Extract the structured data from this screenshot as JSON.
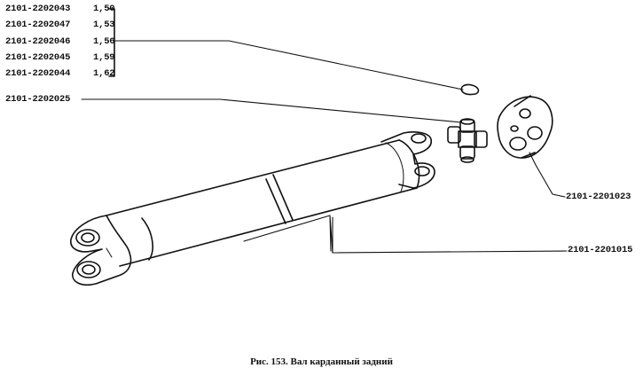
{
  "part_list": [
    {
      "number": "2101-2202043",
      "value": "1,50"
    },
    {
      "number": "2101-2202047",
      "value": "1,53"
    },
    {
      "number": "2101-2202046",
      "value": "1,56"
    },
    {
      "number": "2101-2202045",
      "value": "1,59"
    },
    {
      "number": "2101-2202044",
      "value": "1,62"
    }
  ],
  "callouts": {
    "cross_spider": "2101-2202025",
    "flange": "2101-2201023",
    "shaft": "2101-2201015"
  },
  "caption": "Рис. 153. Вал карданный задний"
}
